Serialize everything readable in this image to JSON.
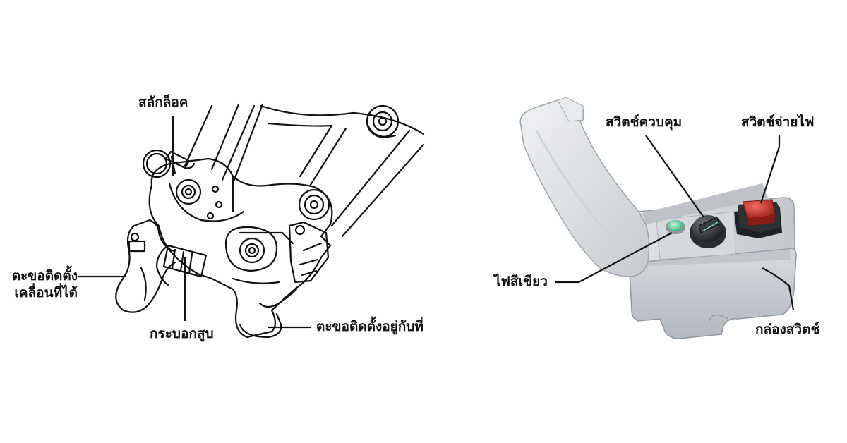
{
  "left_diagram": {
    "labels": {
      "lock_pin": "สลักล็อค",
      "movable_hook_line1": "ตะขอติดตั้ง",
      "movable_hook_line2": "เคลื่อนที่ได้",
      "cylinder": "กระบอกสูบ",
      "fixed_hook": "ตะขอติดตั้งอยู่กับที่"
    }
  },
  "right_diagram": {
    "labels": {
      "control_switch": "สวิตช์ควบคุม",
      "power_switch": "สวิตช์จ่ายไฟ",
      "green_light": "ไฟสีเขียว",
      "switch_box": "กล่องสวิตช์"
    }
  },
  "colors": {
    "line": "#111111",
    "box_light": "#e4e6e9",
    "box_mid": "#c9cdd2",
    "box_dark": "#a9aeb5",
    "power_button_red": "#c8322c",
    "green_light": "#6fd7a8"
  }
}
